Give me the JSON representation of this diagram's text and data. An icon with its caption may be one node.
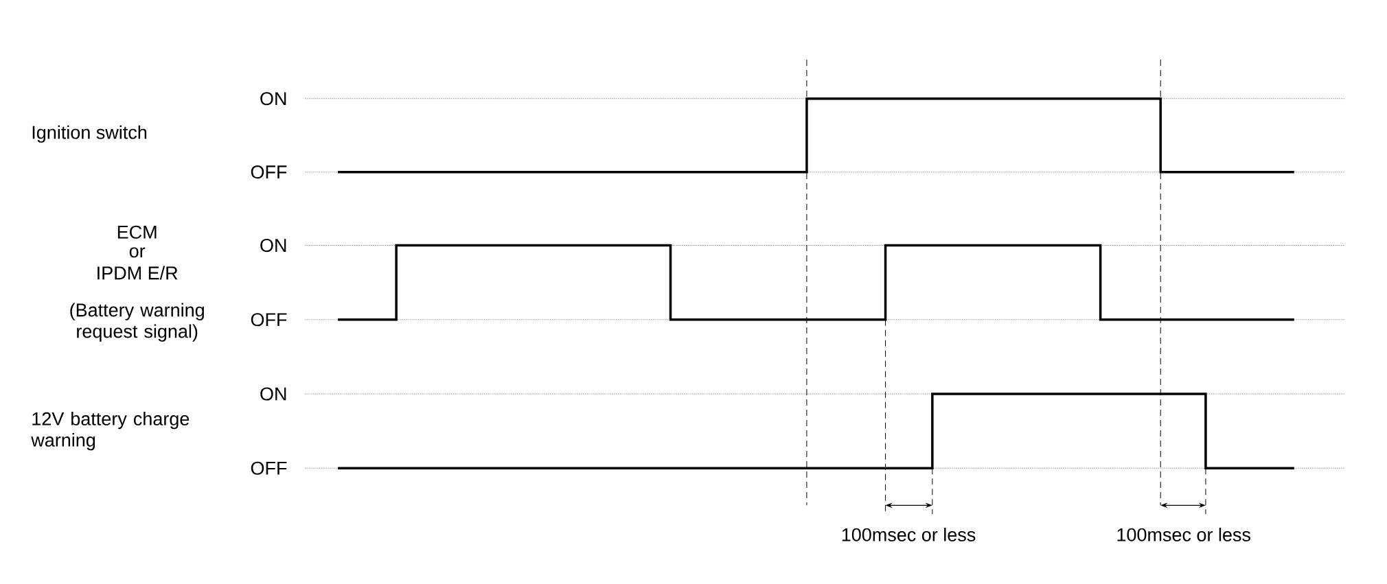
{
  "diagram": {
    "labels": [
      "ON",
      "Ignition switch",
      "OFF",
      "ECM",
      "or",
      "ON",
      "IPDM E/R",
      "(Battery warning request signal)",
      "OFF",
      "ON",
      "12V battery charge warning",
      "OFF",
      "100msec or less",
      "100msec or less"
    ]
  }
}
